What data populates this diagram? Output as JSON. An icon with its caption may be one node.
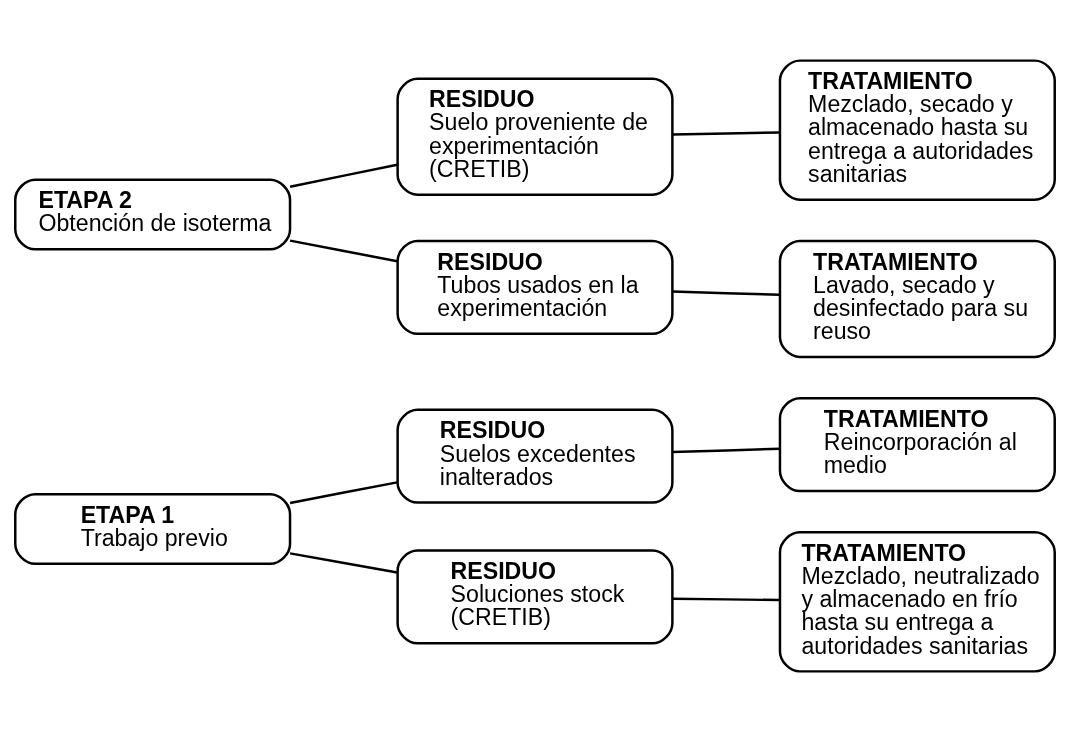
{
  "diagram": {
    "nodes": [
      {
        "text": [
          "ETAPA 1",
          "Trabajo previo"
        ]
      },
      {
        "text": [
          "RESIDUO",
          "Suelos excedentes inalterados"
        ]
      },
      {
        "text": [
          "TRATAMIENTO",
          "Reincorporación al medio"
        ]
      },
      {
        "text": [
          "RESIDUO",
          "Soluciones stock (CRETIB)"
        ]
      },
      {
        "text": [
          "TRATAMIENTO",
          "Mezclado, neutralizado y almacenado en frío hasta su entrega a autoridades sanitarias"
        ]
      },
      {
        "text": [
          "ETAPA 2",
          "Obtención de isoterma"
        ]
      },
      {
        "text": [
          "RESIDUO",
          "Suelo proveniente de experimentación (CRETIB)"
        ]
      },
      {
        "text": [
          "TRATAMIENTO",
          "Mezclado, secado y almacenado hasta su entrega a autoridades sanitarias"
        ]
      },
      {
        "text": [
          "RESIDUO",
          "Tubos usados en la experimentación"
        ]
      },
      {
        "text": [
          "TRATAMIENTO",
          "Lavado, secado y desinfectado para su reuso"
        ]
      }
    ],
    "edges": [
      {
        "from": 0,
        "to": 1,
        "arrow": "none"
      },
      {
        "from": 1,
        "to": 2,
        "arrow": "none"
      },
      {
        "from": 0,
        "to": 3,
        "arrow": "none"
      },
      {
        "from": 3,
        "to": 4,
        "arrow": "none"
      },
      {
        "from": 5,
        "to": 6,
        "arrow": "none"
      },
      {
        "from": 6,
        "to": 7,
        "arrow": "none"
      },
      {
        "from": 5,
        "to": 8,
        "arrow": "none"
      },
      {
        "from": 8,
        "to": 9,
        "arrow": "none"
      }
    ]
  }
}
